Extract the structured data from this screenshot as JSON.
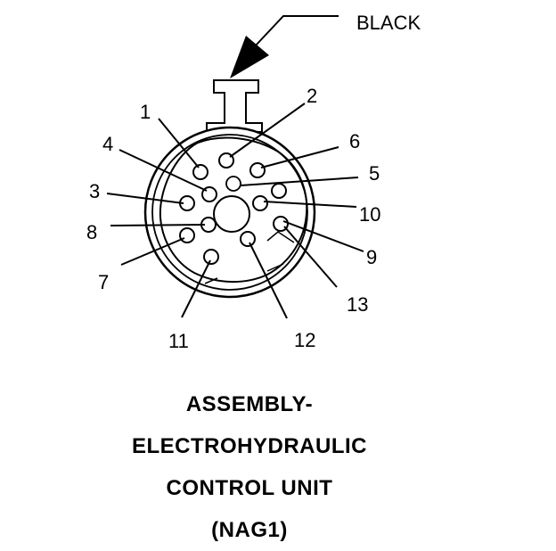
{
  "wire_color_label": "BLACK",
  "pins": [
    "1",
    "2",
    "3",
    "4",
    "5",
    "6",
    "7",
    "8",
    "9",
    "10",
    "11",
    "12",
    "13"
  ],
  "title_lines": [
    "ASSEMBLY-",
    "ELECTROHYDRAULIC",
    "CONTROL UNIT",
    "(NAG1)"
  ]
}
